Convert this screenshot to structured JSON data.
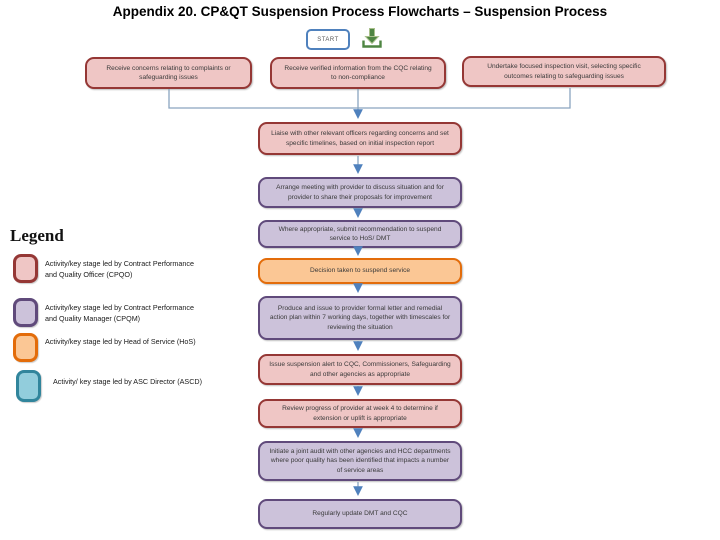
{
  "title": "Appendix 20. CP&QT Suspension Process Flowcharts – Suspension Process",
  "toolbar": {
    "start_label": "START",
    "download_icon": "download-icon"
  },
  "palette": {
    "cpqo_pink_fill": "#efc6c5",
    "cpqo_pink_border": "#953735",
    "cpqm_purple_fill": "#ccc2da",
    "cpqm_purple_border": "#604a7b",
    "hos_orange_fill": "#fbc795",
    "hos_orange_border": "#e36c0a",
    "ascd_teal_fill": "#92cddc",
    "ascd_teal_border": "#31859c",
    "connector_line": "#8aa5bf",
    "connector_arrow": "#4f81bd",
    "start_button_border": "#4f81bd",
    "download_green": "#4e8542"
  },
  "top_row": [
    {
      "style": "pink",
      "text": "Receive concerns relating to complaints or safeguarding issues"
    },
    {
      "style": "pink",
      "text": "Receive verified information from the CQC relating to non-compliance"
    },
    {
      "style": "pink",
      "text": "Undertake focused inspection visit, selecting specific outcomes relating to safeguarding issues"
    }
  ],
  "flow": [
    {
      "style": "pink",
      "text": "Liaise with other relevant officers regarding concerns and set specific timelines, based on initial inspection report"
    },
    {
      "style": "purple",
      "text": "Arrange meeting with provider to discuss situation and for provider to share their proposals for improvement"
    },
    {
      "style": "purple",
      "text": "Where appropriate, submit recommendation to suspend service to HoS/ DMT"
    },
    {
      "style": "orange",
      "text": "Decision taken to suspend service"
    },
    {
      "style": "purple",
      "text": "Produce and issue to provider formal letter and remedial action plan within 7 working days, together with timescales for reviewing the situation"
    },
    {
      "style": "pink",
      "text": "Issue suspension alert to CQC, Commissioners, Safeguarding and other agencies as appropriate"
    },
    {
      "style": "pink",
      "text": "Review progress of provider at week 4 to determine if extension or uplift is appropriate"
    },
    {
      "style": "purple",
      "text": "Initiate a joint audit with other agencies and HCC departments where poor quality has been identified that impacts a number of service areas"
    },
    {
      "style": "purple",
      "text": "Regularly update DMT and CQC"
    }
  ],
  "legend": {
    "heading": "Legend",
    "items": [
      {
        "style": "pink",
        "text": "Activity/key stage led by Contract Performance and Quality Officer (CPQO)"
      },
      {
        "style": "purple",
        "text": "Activity/key stage led by Contract Performance and Quality Manager (CPQM)"
      },
      {
        "style": "orange",
        "text": "Activity/key stage led by Head of Service (HoS)"
      },
      {
        "style": "teal",
        "text": "Activity/ key stage led by ASC Director (ASCD)"
      }
    ]
  }
}
